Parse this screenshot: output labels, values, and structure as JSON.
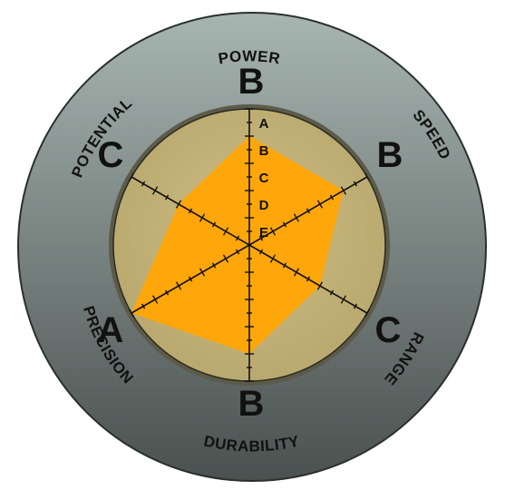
{
  "chart_data": {
    "type": "radar",
    "scale": [
      "A",
      "B",
      "C",
      "D",
      "E"
    ],
    "axes": [
      {
        "name": "POWER",
        "grade": "B"
      },
      {
        "name": "SPEED",
        "grade": "B"
      },
      {
        "name": "RANGE",
        "grade": "C"
      },
      {
        "name": "DURABILITY",
        "grade": "B"
      },
      {
        "name": "PRECISION",
        "grade": "A"
      },
      {
        "name": "POTENTIAL",
        "grade": "C"
      }
    ],
    "values": [
      4,
      4,
      3,
      4,
      5,
      3
    ],
    "value_meaning": "E=1, D=2, C=3, B=4, A=5"
  },
  "colors": {
    "outer_ring_top": "#a7b5b1",
    "outer_ring_bottom": "#4a5150",
    "inner_disc": "#b8a76c",
    "fill": "#ffa60a",
    "lines": "#111111"
  }
}
